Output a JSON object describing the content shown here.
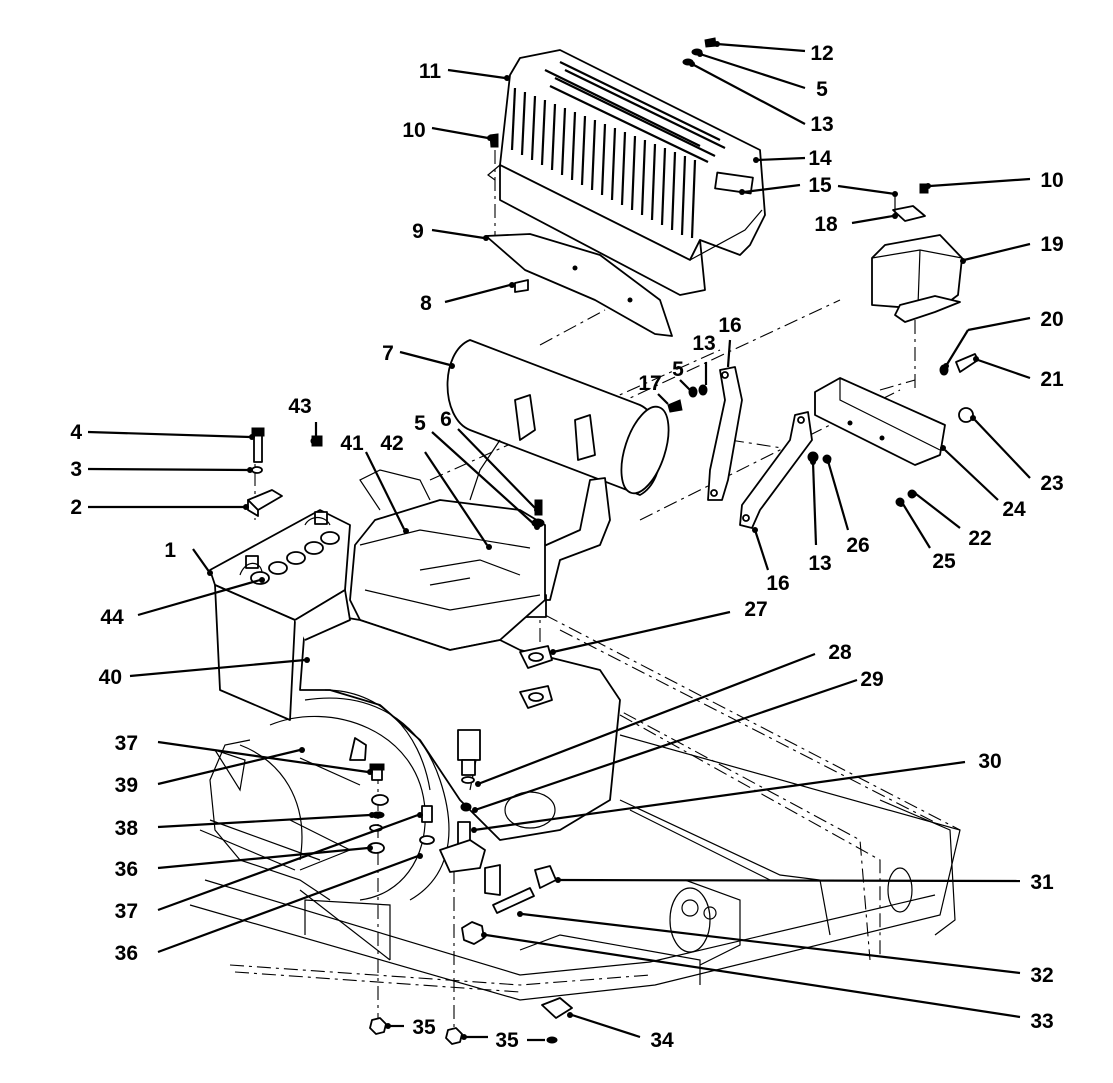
{
  "callouts": [
    {
      "id": "c1",
      "label": "1"
    },
    {
      "id": "c2",
      "label": "2"
    },
    {
      "id": "c3",
      "label": "3"
    },
    {
      "id": "c4",
      "label": "4"
    },
    {
      "id": "c5a",
      "label": "5"
    },
    {
      "id": "c5b",
      "label": "5"
    },
    {
      "id": "c5c",
      "label": "5"
    },
    {
      "id": "c6",
      "label": "6"
    },
    {
      "id": "c7",
      "label": "7"
    },
    {
      "id": "c8",
      "label": "8"
    },
    {
      "id": "c9",
      "label": "9"
    },
    {
      "id": "c10a",
      "label": "10"
    },
    {
      "id": "c10b",
      "label": "10"
    },
    {
      "id": "c11",
      "label": "11"
    },
    {
      "id": "c12",
      "label": "12"
    },
    {
      "id": "c13a",
      "label": "13"
    },
    {
      "id": "c13b",
      "label": "13"
    },
    {
      "id": "c13c",
      "label": "13"
    },
    {
      "id": "c14",
      "label": "14"
    },
    {
      "id": "c15",
      "label": "15"
    },
    {
      "id": "c16a",
      "label": "16"
    },
    {
      "id": "c16b",
      "label": "16"
    },
    {
      "id": "c17",
      "label": "17"
    },
    {
      "id": "c18",
      "label": "18"
    },
    {
      "id": "c19",
      "label": "19"
    },
    {
      "id": "c20",
      "label": "20"
    },
    {
      "id": "c21",
      "label": "21"
    },
    {
      "id": "c22",
      "label": "22"
    },
    {
      "id": "c23",
      "label": "23"
    },
    {
      "id": "c24",
      "label": "24"
    },
    {
      "id": "c25",
      "label": "25"
    },
    {
      "id": "c26",
      "label": "26"
    },
    {
      "id": "c27",
      "label": "27"
    },
    {
      "id": "c28",
      "label": "28"
    },
    {
      "id": "c29",
      "label": "29"
    },
    {
      "id": "c30",
      "label": "30"
    },
    {
      "id": "c31",
      "label": "31"
    },
    {
      "id": "c32",
      "label": "32"
    },
    {
      "id": "c33",
      "label": "33"
    },
    {
      "id": "c34",
      "label": "34"
    },
    {
      "id": "c35a",
      "label": "35"
    },
    {
      "id": "c35b",
      "label": "35"
    },
    {
      "id": "c36a",
      "label": "36"
    },
    {
      "id": "c36b",
      "label": "36"
    },
    {
      "id": "c37a",
      "label": "37"
    },
    {
      "id": "c37b",
      "label": "37"
    },
    {
      "id": "c38",
      "label": "38"
    },
    {
      "id": "c39",
      "label": "39"
    },
    {
      "id": "c40",
      "label": "40"
    },
    {
      "id": "c41",
      "label": "41"
    },
    {
      "id": "c42",
      "label": "42"
    },
    {
      "id": "c43",
      "label": "43"
    },
    {
      "id": "c44",
      "label": "44"
    }
  ]
}
